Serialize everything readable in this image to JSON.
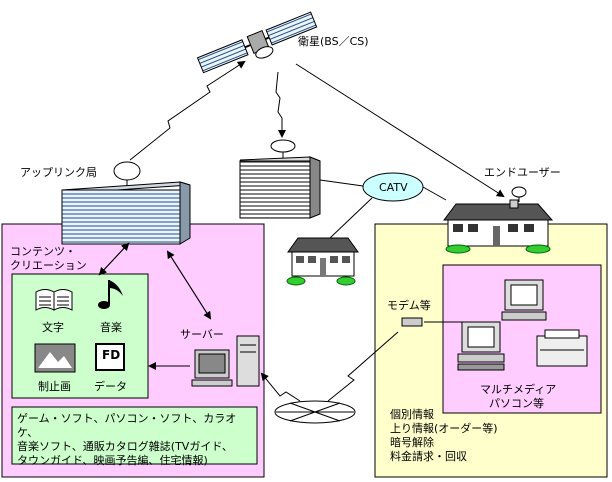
{
  "labels": {
    "satellite": "衛星(BS／CS)",
    "uplink": "アップリンク局",
    "catv": "CATV",
    "end_user": "エンドユーザー",
    "contents_line1": "コンテンツ・",
    "contents_line2": "クリエーション",
    "text": "文字",
    "music": "音楽",
    "still": "制止画",
    "data": "データ",
    "server": "サーバー",
    "modem": "モデム等",
    "multimedia_line1": "マルチメディア",
    "multimedia_line2": "パソコン等"
  },
  "contents_list": [
    "ゲーム・ソフト、パソコン・ソフト、カラオケ、",
    "音楽ソフト、通販カタログ雑誌(TVガイド、",
    "タウンガイド、映画予告編、住宅情報)"
  ],
  "user_info": [
    "個別情報",
    "上り情報(オーダー等)",
    "暗号解除",
    "料金請求・回収"
  ],
  "icon_text": {
    "fd": "FD"
  },
  "colors": {
    "pink": "#FFCCFF",
    "yellow": "#FFFFCC",
    "green": "#CCFFCC",
    "catv_fill": "#CCFFFF"
  }
}
